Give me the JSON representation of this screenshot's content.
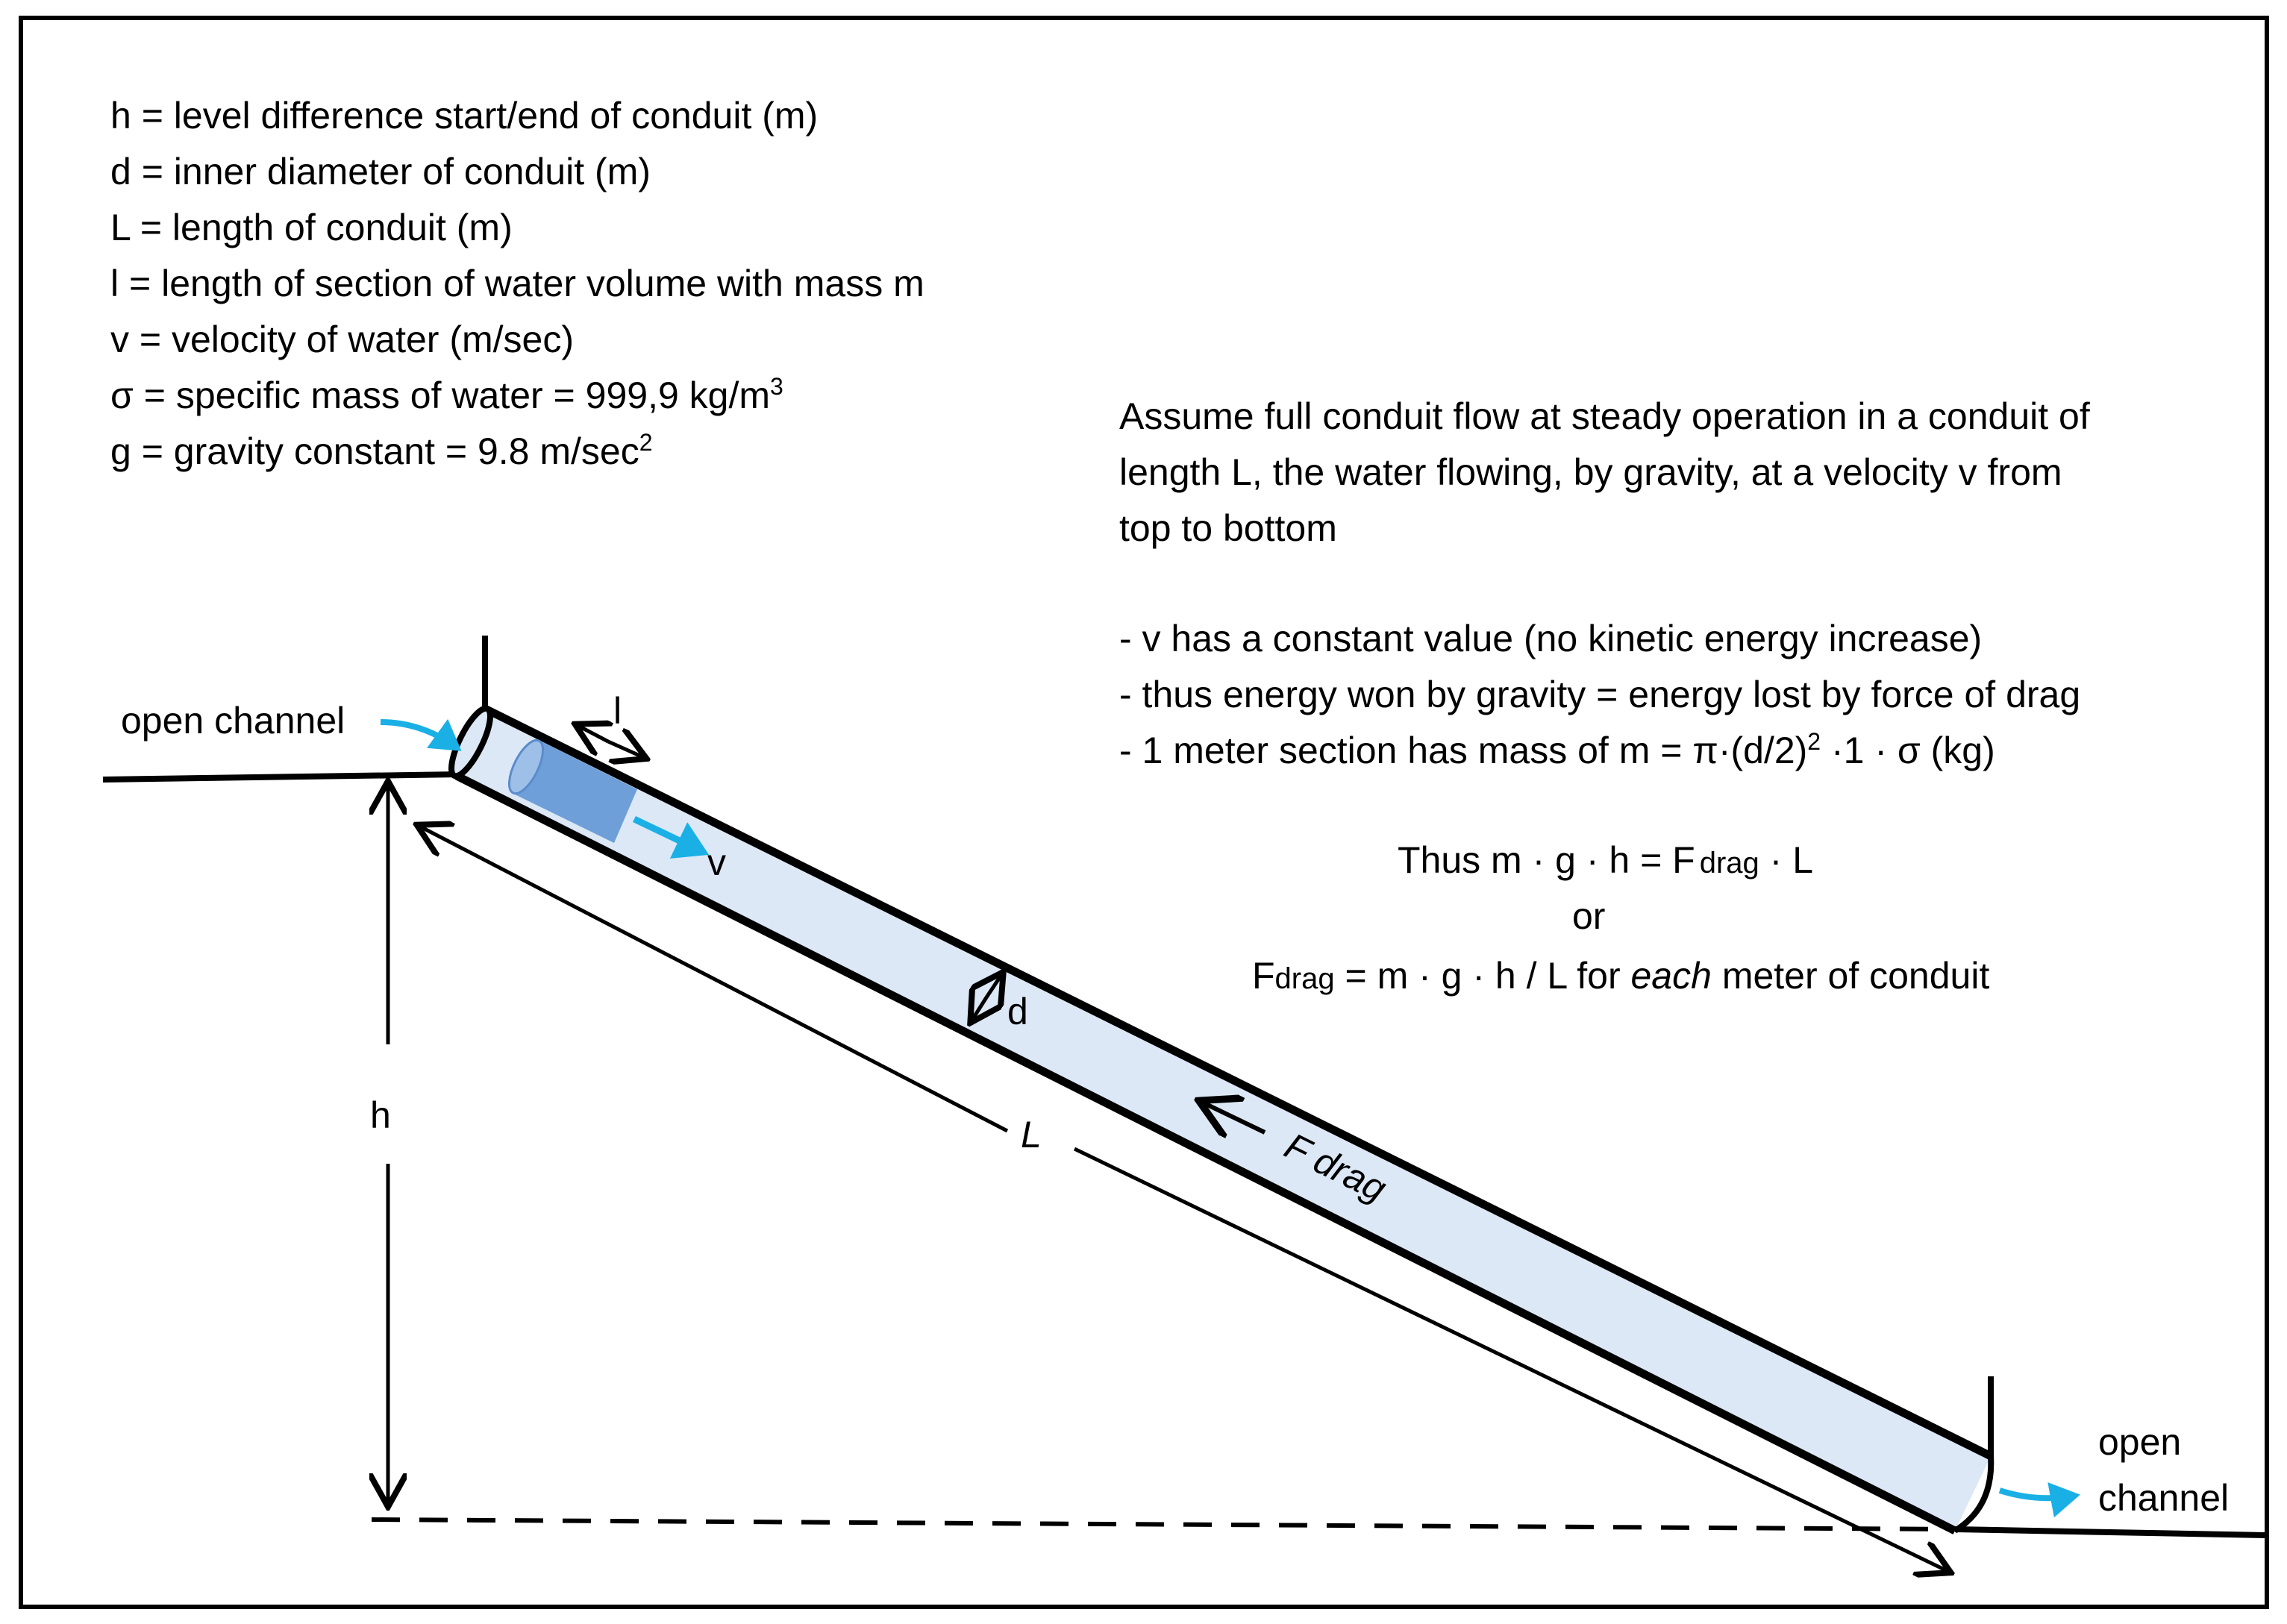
{
  "legend": {
    "h": "h  = level difference start/end of conduit  (m)",
    "d": "d = inner diameter of conduit (m)",
    "L": "L = length of conduit (m)",
    "l": "l = length of section of  water volume with mass m",
    "v": "v = velocity of water  (m/sec)",
    "sigma": "σ = specific mass of water  = 999,9 kg/m",
    "sigma_sup": "3",
    "g": "g = gravity constant = 9.8 m/sec",
    "g_sup": "2"
  },
  "explanation": {
    "line1": "Assume full conduit flow at steady operation in a conduit of",
    "line2": "length L, the water flowing, by gravity, at a velocity v from",
    "line3": "top to bottom",
    "bullet1": "- v has a constant value (no  kinetic energy increase)",
    "bullet2": "- thus energy won by gravity = energy lost by force of drag",
    "bullet3_a": "- 1 meter section has  mass of  m = π·(d/2)",
    "bullet3_sup": "2",
    "bullet3_b": " ·1 · σ (kg)"
  },
  "equation": {
    "thus_a": "Thus  m · g · h = F",
    "thus_sub": "drag",
    "thus_b": " · L",
    "or": "or",
    "f_a": "F",
    "f_sub": "drag",
    "f_b": "  = m · g · h / L for ",
    "f_each": "each",
    "f_c": " meter of conduit"
  },
  "labels": {
    "open_channel_top": "open channel",
    "open_bottom_1": "open",
    "open_bottom_2": "channel",
    "l": "l",
    "v": "v",
    "d": "d",
    "h": "h",
    "L": "L",
    "f_drag": "F drag"
  },
  "colors": {
    "water": "#dce8f5",
    "water_volume": "#6f9fd8",
    "flow_arrow": "#1ab0e6",
    "line": "#000000"
  }
}
